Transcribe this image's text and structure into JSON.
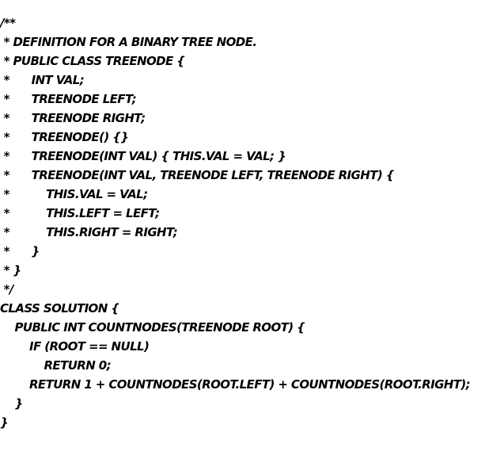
{
  "code": {
    "lines": [
      "/**",
      " * DEFINITION FOR A BINARY TREE NODE.",
      " * PUBLIC CLASS TREENODE {",
      " *      INT VAL;",
      " *      TREENODE LEFT;",
      " *      TREENODE RIGHT;",
      " *      TREENODE() {}",
      " *      TREENODE(INT VAL) { THIS.VAL = VAL; }",
      " *      TREENODE(INT VAL, TREENODE LEFT, TREENODE RIGHT) {",
      " *          THIS.VAL = VAL;",
      " *          THIS.LEFT = LEFT;",
      " *          THIS.RIGHT = RIGHT;",
      " *      }",
      " * }",
      " */",
      "CLASS SOLUTION {",
      "    PUBLIC INT COUNTNODES(TREENODE ROOT) {",
      "        IF (ROOT == NULL)",
      "            RETURN 0;",
      "        RETURN 1 + COUNTNODES(ROOT.LEFT) + COUNTNODES(ROOT.RIGHT);",
      "    }",
      "}"
    ]
  }
}
